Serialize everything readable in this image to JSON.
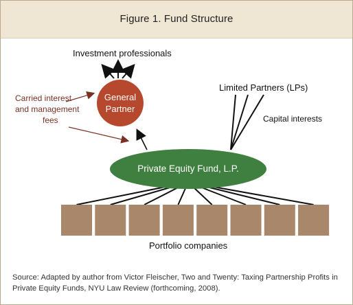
{
  "figure": {
    "title": "Figure 1.  Fund Structure"
  },
  "nodes": {
    "investment_professionals": "Investment professionals",
    "general_partner_line1": "General",
    "general_partner_line2": "Partner",
    "limited_partners": "Limited Partners (LPs)",
    "capital_interests": "Capital interests",
    "carried_interest_line1": "Carried interest",
    "carried_interest_line2": "and management",
    "carried_interest_line3": "fees",
    "fund": "Private Equity Fund, L.P.",
    "portfolio_companies": "Portfolio companies"
  },
  "portfolio_count": 8,
  "colors": {
    "header_bg": "#efe6d4",
    "general_partner": "#b5482d",
    "fund": "#3f7f3f",
    "portfolio_box": "#a9876b",
    "arrow_red": "#7a3124"
  },
  "source": {
    "line1": "Source: Adapted by author from Victor Fleischer, Two and Twenty: Taxing Partnership Profits in",
    "line2": "Private Equity Funds, NYU Law Review (forthcoming, 2008)."
  }
}
